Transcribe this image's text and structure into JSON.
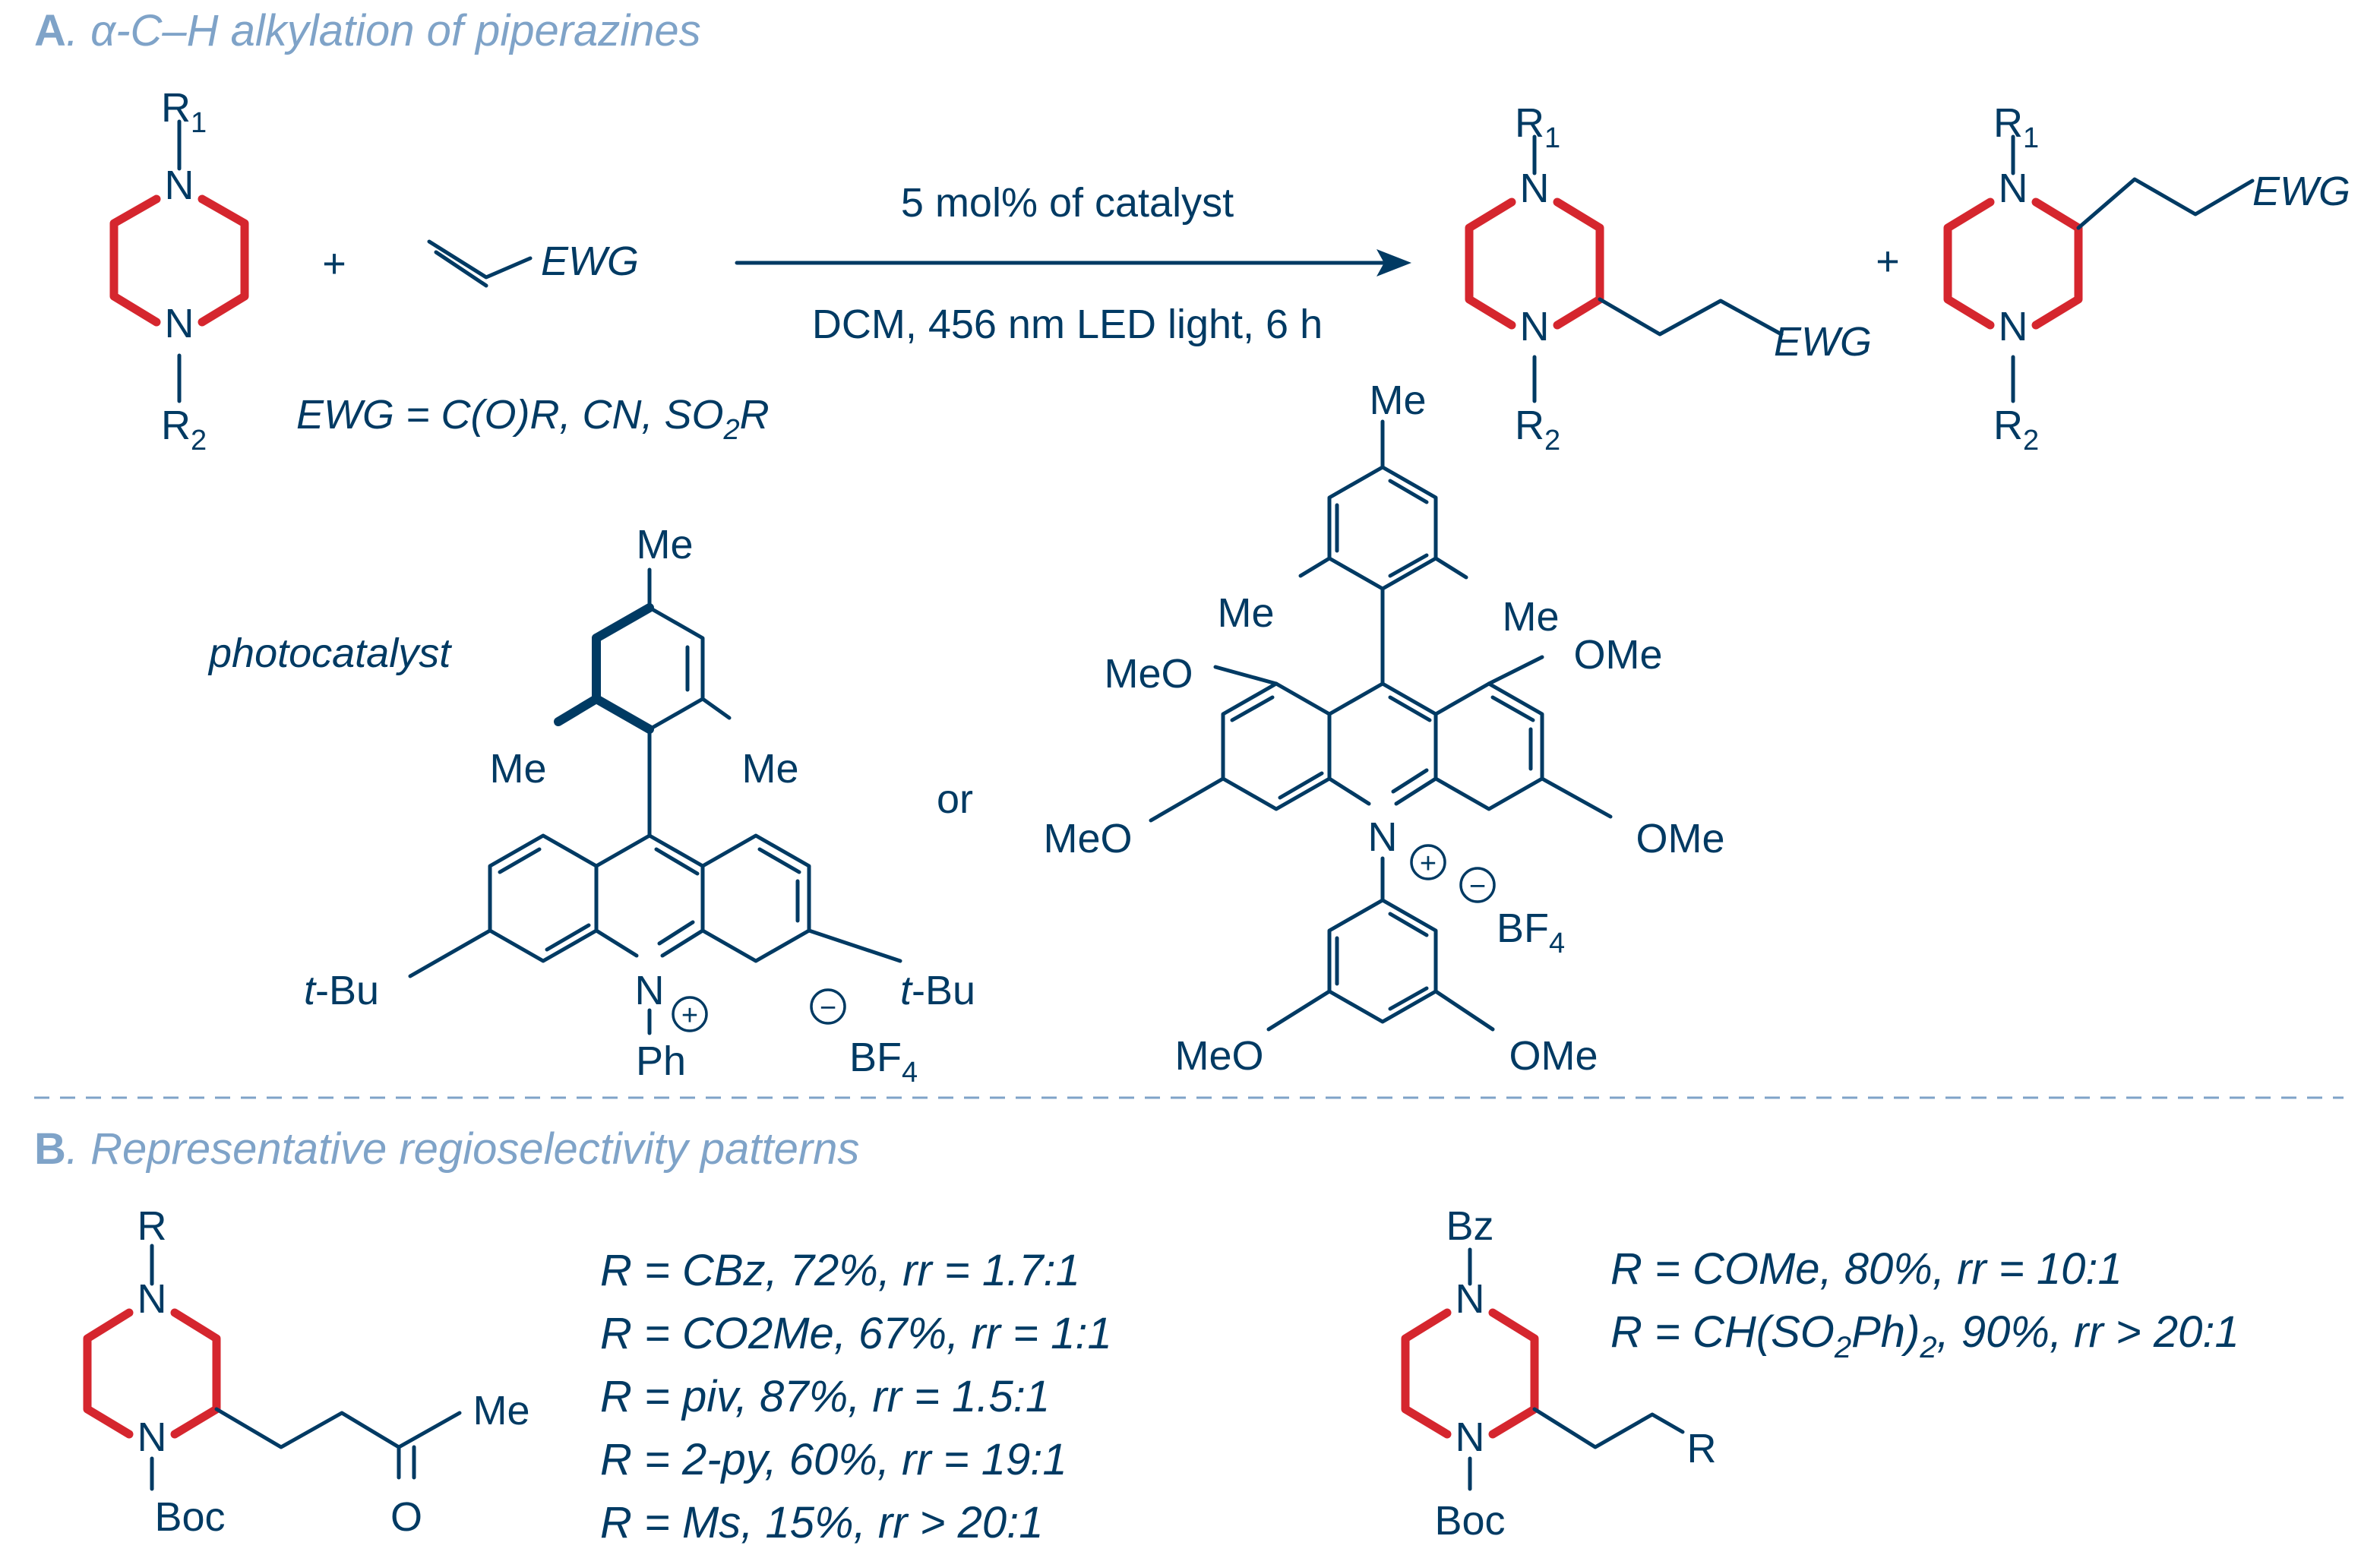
{
  "section_a": {
    "letter": "A",
    "dot": ". ",
    "title": "α-C–H alkylation of piperazines"
  },
  "section_b": {
    "letter": "B",
    "dot": ". ",
    "title": "Representative regioselectivity patterns"
  },
  "reaction": {
    "above_arrow": "5 mol% of catalyst",
    "below_arrow": "DCM, 456 nm LED light, 6 h",
    "plus": "+",
    "ewg_def": "EWG = C(O)R, CN, SO",
    "ewg_def_sub": "2",
    "ewg_def_end": "R"
  },
  "labels": {
    "R": "R",
    "R1_sub": "1",
    "R2_sub": "2",
    "N": "N",
    "EWG": "EWG",
    "Me": "Me",
    "tBu_t": "t",
    "tBu_rest": "-Bu",
    "Ph": "Ph",
    "BF": "BF",
    "BF_sub": "4",
    "MeO": "MeO",
    "OMe": "OMe",
    "plus_charge": "+",
    "minus_charge": "−",
    "photocatalyst": "photocatalyst",
    "or": "or",
    "Boc": "Boc",
    "Bz": "Bz",
    "O": "O"
  },
  "results_left": [
    "R = CBz, 72%, rr = 1.7:1",
    "R = CO2Me, 67%, rr = 1:1",
    "R = piv, 87%, rr = 1.5:1",
    "R = 2-py, 60%, rr = 19:1",
    "R = Ms, 15%, rr > 20:1"
  ],
  "results_right": {
    "line1": "R = COMe, 80%, rr = 10:1",
    "line2_a": "R = CH(SO",
    "line2_sub1": "2",
    "line2_b": "Ph)",
    "line2_sub2": "2",
    "line2_c": ", 90%, rr > 20:1"
  },
  "colors": {
    "structure_blue": "#003a63",
    "highlight_red": "#d5262e",
    "heading_blue": "#7fa3c8"
  }
}
